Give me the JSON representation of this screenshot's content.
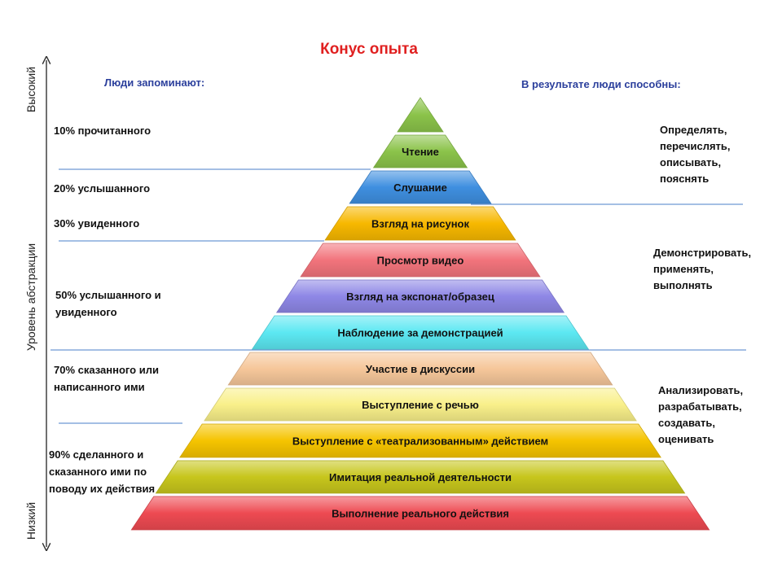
{
  "title": "Конус опыта",
  "left_header": "Люди запоминают:",
  "right_header": "В результате люди способны:",
  "axis": {
    "label_top": "Высокий",
    "label_middle": "Уровень абстракции",
    "label_bottom": "Низкий"
  },
  "pyramid_levels": [
    {
      "label": "",
      "color": "#8bc34a"
    },
    {
      "label": "Чтение",
      "color": "#8bc34a"
    },
    {
      "label": "Слушание",
      "color": "#3f8fe0"
    },
    {
      "label": "Взгляд на рисунок",
      "color": "#f7b800"
    },
    {
      "label": "Просмотр видео",
      "color": "#f2747c"
    },
    {
      "label": "Взгляд на экспонат/образец",
      "color": "#8e87e6"
    },
    {
      "label": "Наблюдение за демонстрацией",
      "color": "#5ce8f2"
    },
    {
      "label": "Участие в дискуссии",
      "color": "#f6c79a"
    },
    {
      "label": "Выступление с речью",
      "color": "#f9f08a"
    },
    {
      "label": "Выступление с «театрализованным» действием",
      "color": "#f5c400"
    },
    {
      "label": "Имитация реальной деятельности",
      "color": "#c7c61c"
    },
    {
      "label": "Выполнение реального действия",
      "color": "#ee4a52"
    }
  ],
  "remember": [
    [
      "10% прочитанного"
    ],
    [
      "20% услышанного"
    ],
    [
      "30% увиденного"
    ],
    [
      "50%  услышанного и",
      "увиденного"
    ],
    [
      "70%  сказанного или",
      "написанного ими"
    ],
    [
      "90%  сделанного и",
      "сказанного ими по",
      "поводу их действия"
    ]
  ],
  "outcomes": [
    [
      "Определять,",
      "перечислять,",
      "описывать,",
      "пояснять"
    ],
    [
      "Демонстрировать,",
      "применять,",
      "выполнять"
    ],
    [
      "Анализировать,",
      "разрабатывать,",
      "создавать,",
      "оценивать"
    ]
  ],
  "colors": {
    "title": "#e02020",
    "header": "#2b3f9c",
    "divider": "#4a7fc8"
  }
}
